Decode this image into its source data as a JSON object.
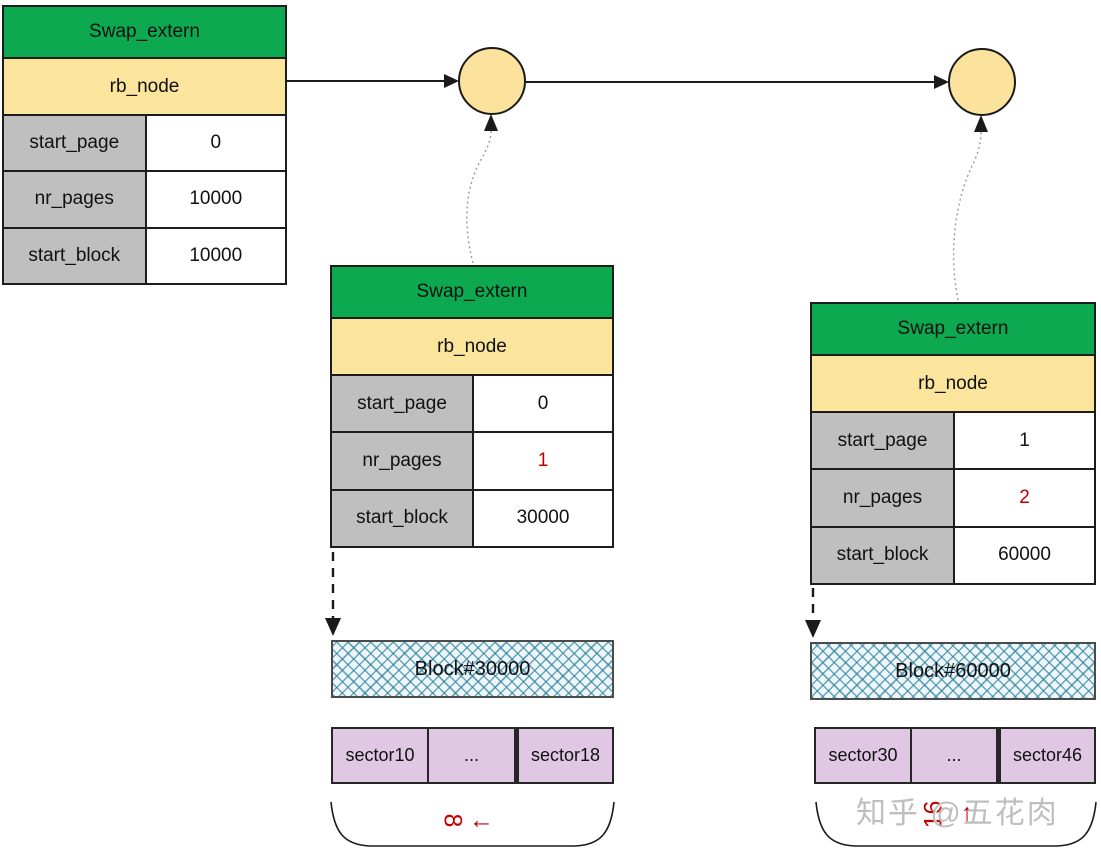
{
  "palette": {
    "header_green": "#0CA950",
    "node_yellow": "#FBE49B",
    "label_gray": "#BFBFBF",
    "sector_purple": "#E0C8E4",
    "block_hatch_teal": "#2F809A",
    "highlight_red": "#C00000",
    "circle_fill": "#FBE39E"
  },
  "tables": {
    "left": {
      "title": "Swap_extern",
      "node": "rb_node",
      "rows": [
        {
          "label": "start_page",
          "value": "0"
        },
        {
          "label": "nr_pages",
          "value": "10000"
        },
        {
          "label": "start_block",
          "value": "10000"
        }
      ]
    },
    "middle": {
      "title": "Swap_extern",
      "node": "rb_node",
      "rows": [
        {
          "label": "start_page",
          "value": "0"
        },
        {
          "label": "nr_pages",
          "value": "1"
        },
        {
          "label": "start_block",
          "value": "30000"
        }
      ]
    },
    "right": {
      "title": "Swap_extern",
      "node": "rb_node",
      "rows": [
        {
          "label": "start_page",
          "value": "1"
        },
        {
          "label": "nr_pages",
          "value": "2"
        },
        {
          "label": "start_block",
          "value": "60000"
        }
      ]
    }
  },
  "blocks": {
    "middle": "Block#30000",
    "right": "Block#60000"
  },
  "sectors": {
    "middle": [
      "sector10",
      "...",
      "sector18"
    ],
    "right": [
      "sector30",
      "...",
      "sector46"
    ]
  },
  "braces": {
    "middle": {
      "count": "8",
      "arrow": "←"
    },
    "right": {
      "count": "16",
      "arrow": "←"
    }
  },
  "watermark": "知乎 @五花肉"
}
